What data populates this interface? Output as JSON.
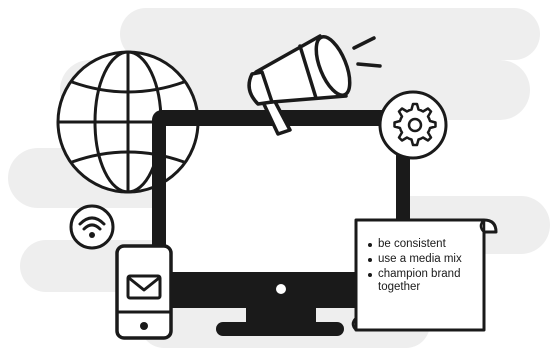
{
  "colors": {
    "ink": "#1a1a1a",
    "cloud": "#eeeeee",
    "paper": "#ffffff"
  },
  "icons": {
    "globe": "globe-icon",
    "megaphone": "megaphone-icon",
    "gear": "gear-icon",
    "wifi": "wifi-icon",
    "envelope": "envelope-icon"
  },
  "note": {
    "items": [
      {
        "text": "be consistent"
      },
      {
        "text": "use a media mix"
      },
      {
        "text": "champion brand together"
      }
    ]
  }
}
